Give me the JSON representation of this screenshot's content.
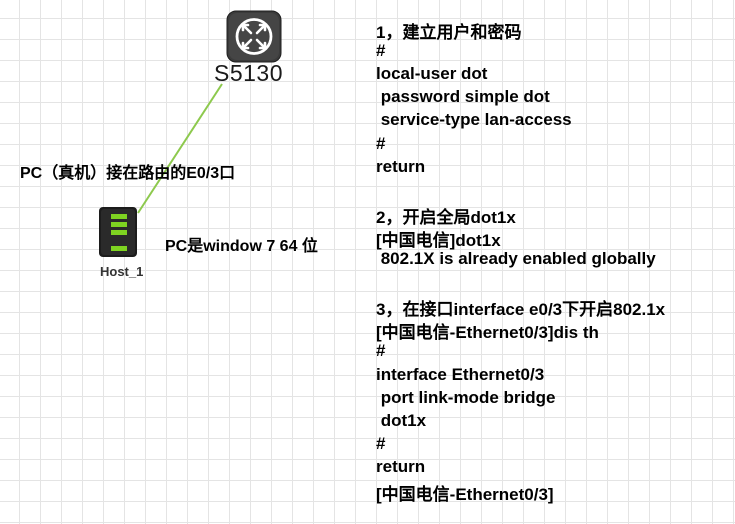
{
  "devices": {
    "switch": {
      "name": "S5130",
      "icon": "switch-router-icon"
    },
    "host": {
      "name": "Host_1",
      "icon": "pc-tower-icon"
    }
  },
  "link": {
    "color": "#8dc94d"
  },
  "notes": {
    "pc_connection": "PC（真机）接在路由的E0/3口",
    "pc_os": "PC是window 7 64 位"
  },
  "config_lines": [
    "1，建立用户和密码",
    "#",
    "local-user dot",
    " password simple dot",
    " service-type lan-access",
    "#",
    "return",
    "",
    "2，开启全局dot1x",
    "[中国电信]dot1x",
    " 802.1X is already enabled globally",
    "",
    "3，在接口interface e0/3下开启802.1x",
    "[中国电信-Ethernet0/3]dis th",
    "#",
    "interface Ethernet0/3",
    " port link-mode bridge",
    " dot1x",
    "#",
    "return",
    "[中国电信-Ethernet0/3]"
  ]
}
